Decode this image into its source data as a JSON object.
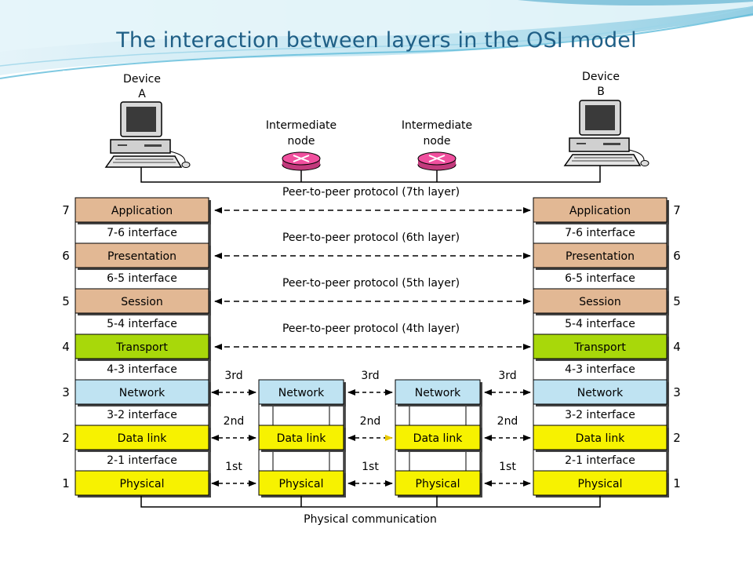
{
  "slide": {
    "title": "The interaction between layers in the OSI model"
  },
  "devices": {
    "a": {
      "line1": "Device",
      "line2": "A"
    },
    "b": {
      "line1": "Device",
      "line2": "B"
    }
  },
  "intermediate_nodes": [
    {
      "line1": "Intermediate",
      "line2": "node"
    },
    {
      "line1": "Intermediate",
      "line2": "node"
    }
  ],
  "layers": [
    {
      "number": "7",
      "name": "Application",
      "color": "#e2b894"
    },
    {
      "number": "6",
      "name": "Presentation",
      "color": "#e2b894"
    },
    {
      "number": "5",
      "name": "Session",
      "color": "#e2b894"
    },
    {
      "number": "4",
      "name": "Transport",
      "color": "#a8d80a"
    },
    {
      "number": "3",
      "name": "Network",
      "color": "#bfe3f2"
    },
    {
      "number": "2",
      "name": "Data link",
      "color": "#f7f200"
    },
    {
      "number": "1",
      "name": "Physical",
      "color": "#f7f200"
    }
  ],
  "interfaces": [
    "7-6 interface",
    "6-5 interface",
    "5-4 interface",
    "4-3 interface",
    "3-2 interface",
    "2-1 interface"
  ],
  "peer_protocols": [
    "Peer-to-peer protocol (7th layer)",
    "Peer-to-peer protocol (6th layer)",
    "Peer-to-peer protocol (5th layer)",
    "Peer-to-peer protocol (4th layer)"
  ],
  "hop_labels": {
    "network": "3rd",
    "datalink": "2nd",
    "physical": "1st"
  },
  "bottom_label": "Physical communication",
  "colors": {
    "title": "#1f5f86",
    "node_fill": "#f04f9e",
    "upper_layers": "#e2b894",
    "transport": "#a8d80a",
    "network": "#bfe3f2",
    "lower_layers": "#f7f200"
  }
}
